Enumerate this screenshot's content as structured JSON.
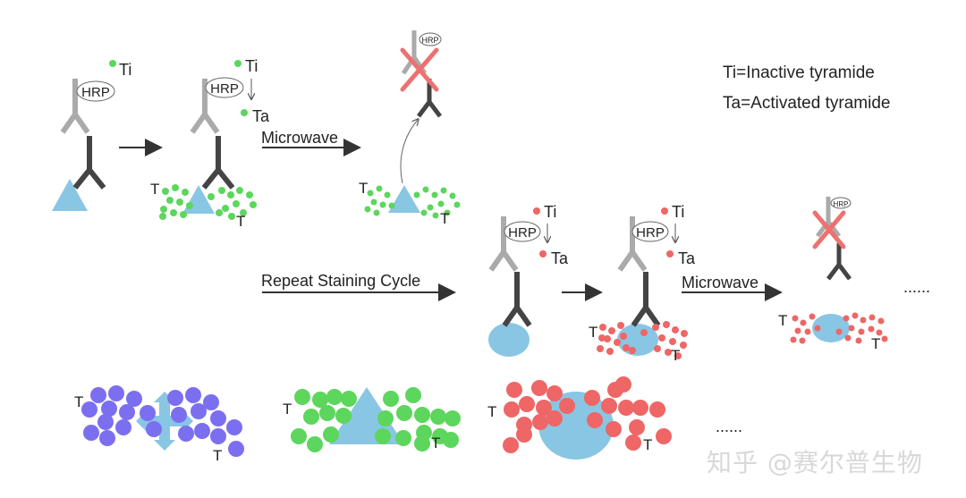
{
  "legend": {
    "ti": "Ti=Inactive tyramide",
    "ta": "Ta=Activated tyramide"
  },
  "labels": {
    "hrp": "HRP",
    "ti": "Ti",
    "ta": "Ta",
    "tissue": "T",
    "microwave": "Microwave",
    "repeat": "Repeat Staining Cycle",
    "ellipsis": "......"
  },
  "watermark": "知乎 @赛尔普生物",
  "colors": {
    "green": "#5cd65c",
    "red": "#ee6666",
    "purple": "#7b6ff0",
    "blue": "#89c6e3",
    "antibody_primary": "#444444",
    "antibody_secondary": "#aaaaaa",
    "cross": "#ee7070"
  }
}
